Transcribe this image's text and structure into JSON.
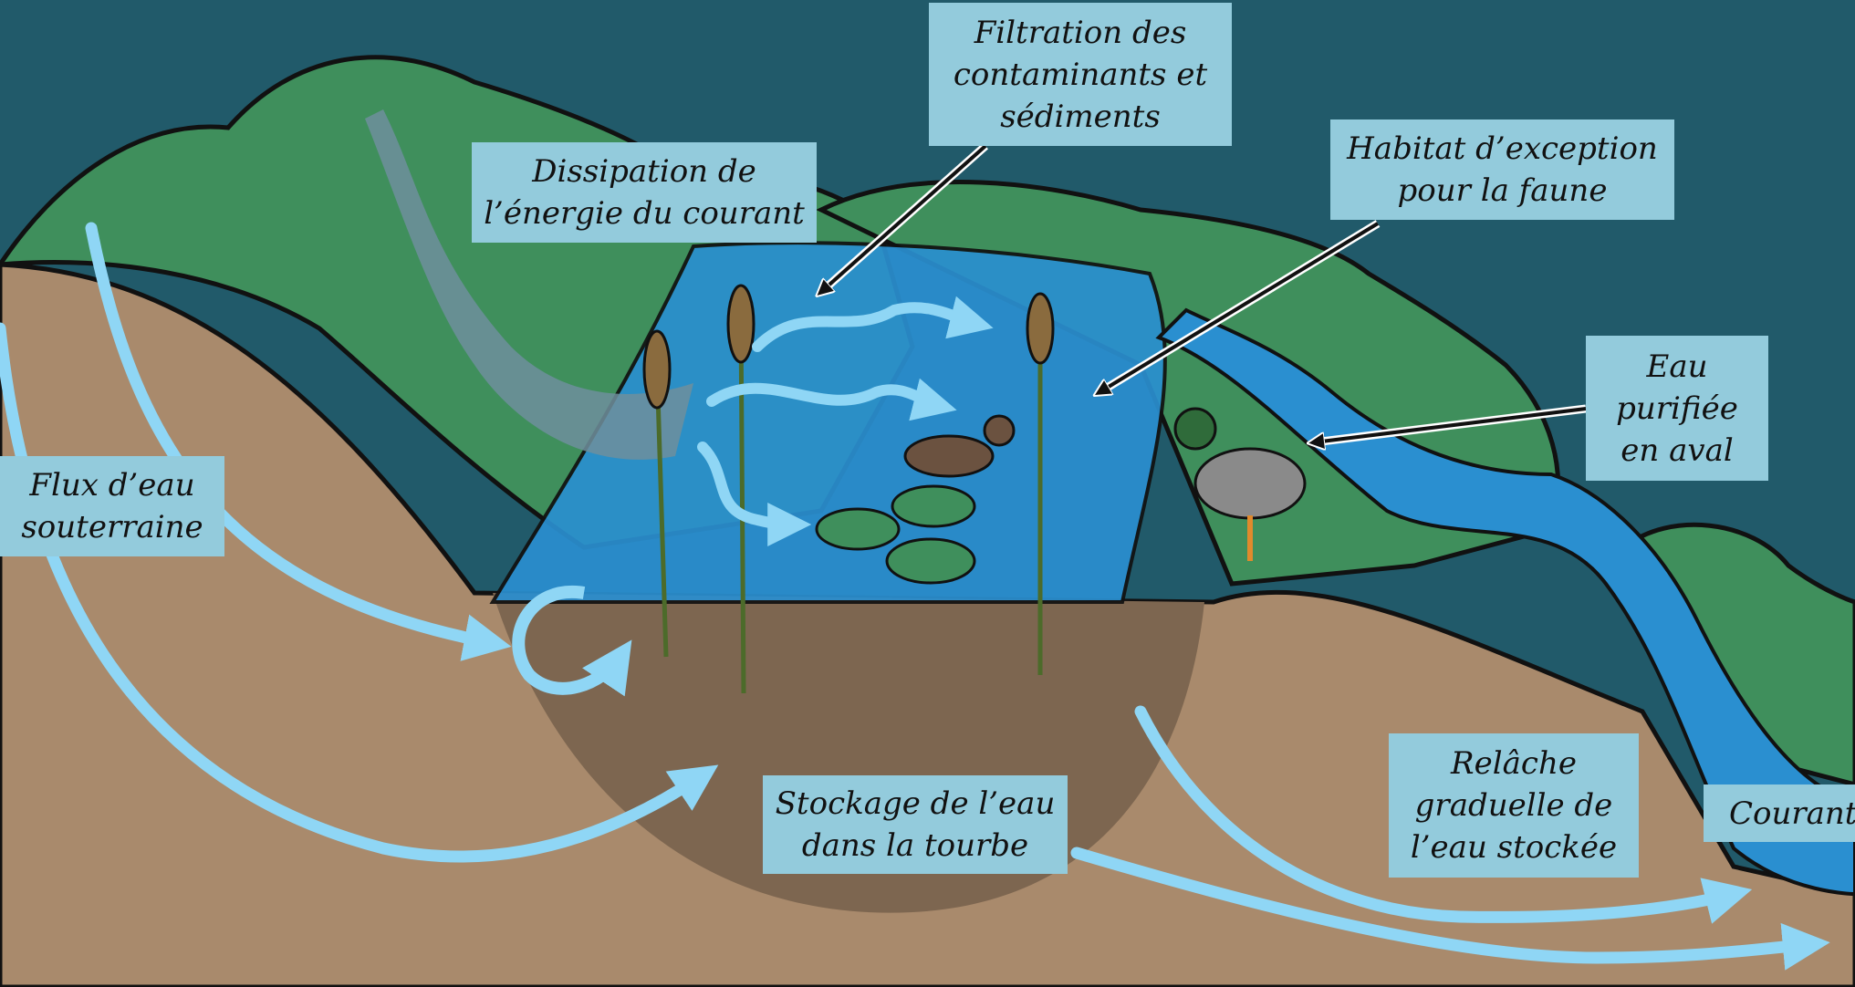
{
  "labels": {
    "filtration": [
      "Filtration des",
      "contaminants et",
      "sédiments"
    ],
    "dissipation": [
      "Dissipation de",
      "l’énergie du courant"
    ],
    "habitat": [
      "Habitat d’exception",
      "pour la faune"
    ],
    "eau_purifiee": [
      "Eau",
      "purifiée",
      "en aval"
    ],
    "flux": [
      "Flux d’eau",
      "souterraine"
    ],
    "stockage": [
      "Stockage de l’eau",
      "dans la tourbe"
    ],
    "relache": [
      "Relâche",
      "graduelle de",
      "l’eau stockée"
    ],
    "courant": [
      "Courant"
    ]
  },
  "colors": {
    "sky": "#215a6a",
    "soil": "#a98a6c",
    "peat": "#7d6650",
    "hill": "#3f8f5c",
    "water": "#2a8fd0",
    "arrow": "#8fd6f5",
    "label_bg": "#93cbdc"
  }
}
